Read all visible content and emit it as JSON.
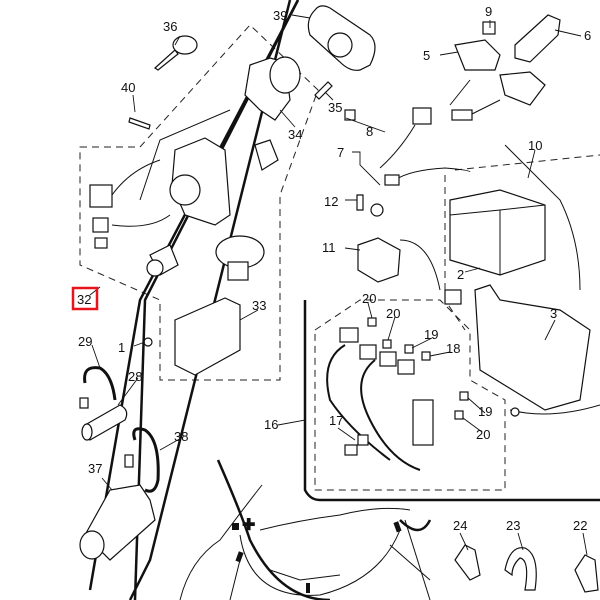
{
  "diagram": {
    "type": "exploded parts diagram",
    "highlight_color": "#e8141c",
    "highlighted_part": "32",
    "labels": {
      "p36": "36",
      "p39": "39",
      "p9": "9",
      "p6": "6",
      "p5": "5",
      "p40": "40",
      "p35": "35",
      "p34": "34",
      "p8": "8",
      "p7": "7",
      "p10": "10",
      "p12": "12",
      "p11": "11",
      "p2": "2",
      "p32": "32",
      "p33": "33",
      "p20a": "20",
      "p20b": "20",
      "p19a": "19",
      "p18": "18",
      "p3": "3",
      "p1": "1",
      "p29": "29",
      "p28": "28",
      "p38": "38",
      "p37": "37",
      "p16": "16",
      "p17": "17",
      "p19b": "19",
      "p20c": "20",
      "p24": "24",
      "p23": "23",
      "p22": "22"
    }
  }
}
